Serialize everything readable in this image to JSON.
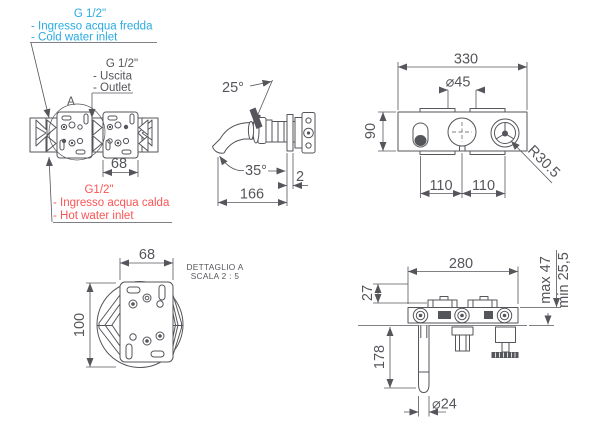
{
  "colors": {
    "line": "#55565b",
    "accent_blue": "#29abe2",
    "accent_red": "#fb5555",
    "background": "#ffffff"
  },
  "annotations": {
    "cold_inlet": {
      "size": "G 1/2\"",
      "italian": "- Ingresso acqua fredda",
      "english": "- Cold water inlet"
    },
    "outlet": {
      "size": "G 1/2\"",
      "italian": "- Uscita",
      "english": "- Outlet"
    },
    "hot_inlet": {
      "size": "G1/2\"",
      "italian": "- Ingresso acqua calda",
      "english": "- Hot water inlet"
    },
    "detail_marker": "A",
    "detail_title": "DETTAGLIO A",
    "detail_scale": "SCALA 2 : 5"
  },
  "dimensions": {
    "plan_view": {
      "plate_width": "68"
    },
    "side_view": {
      "handle_angle": "25°",
      "spout_angle": "35°",
      "spout_reach": "166",
      "plate_thickness": "2"
    },
    "front_view": {
      "body_width": "330",
      "knob_diameter": "⌀45",
      "body_height": "90",
      "pitch_left": "110",
      "pitch_right": "110",
      "handle_radius": "R30.5"
    },
    "detail_view": {
      "plate_width": "68",
      "body_height": "100"
    },
    "install_view": {
      "body_width": "280",
      "bracket_offset": "27",
      "spout_length": "178",
      "spout_diameter": "⌀24",
      "wall_depth_max": "max 47",
      "wall_depth_min": "min 25,5"
    }
  }
}
